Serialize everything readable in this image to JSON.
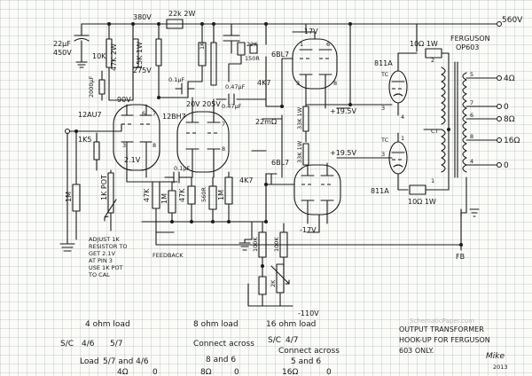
{
  "rail": {
    "supply_top": "560V",
    "v380": "380V",
    "v275": "275V",
    "r22k": "22k 2W",
    "neg17_top": "-17V",
    "neg17_bottom": "-17V",
    "neg110": "-110V",
    "plus19a": "+19.5V",
    "plus19b": "+19.5V",
    "v90": "90V",
    "v21": "2.1V",
    "v20": "20V",
    "v205": "205V"
  },
  "parts": {
    "cap_in": "22µF",
    "cap_in_v": "450V",
    "r10k": "10K",
    "r47k2w": "47K 2W",
    "r15k1w": "15K 1W",
    "r15k_b": "15K",
    "c2000": "2000µF",
    "v12au7": "12AU7",
    "v12bh7": "12BH7",
    "v6bl7_top": "6BL7",
    "v6bl7_bot": "6BL7",
    "c01_a": "0.1µF",
    "c01_b": "0.1µF",
    "c047": "0.47µF",
    "c047b": "0.47µF",
    "r47k_a": "47K",
    "r47k_b": "47K",
    "r4k7_a": "4K7",
    "r4k7_b": "4K7",
    "r1m_a": "1M",
    "r1m_b": "1M",
    "r1m_c": "1M",
    "r1k5": "1K5",
    "r1k_pot": "1K POT",
    "r22k_t": "22K",
    "r22k_b": "22K",
    "r150_t": "150R",
    "r22m": "22mΩ",
    "r33k1w_t": "33K 1W",
    "r33k1w_b": "33K 1W",
    "r100k_a": "100K",
    "r100k_b": "100K",
    "r560": "560R",
    "r1k_a": "1K",
    "r2k": "2K",
    "r10r_t": "10Ω 1W",
    "r10r_b": "10Ω 1W",
    "v811a_t": "811A",
    "v811a_b": "811A",
    "tc_t": "TC",
    "tc_b": "TC",
    "ct": "CT",
    "ferguson": "FERGUSON",
    "op603": "OP603",
    "fb": "FB",
    "feedback": "FEEDBACK",
    "pins": [
      "1",
      "2",
      "3",
      "4",
      "5",
      "6",
      "7",
      "8"
    ]
  },
  "outputs": [
    "4Ω",
    "0",
    "8Ω",
    "16Ω",
    "0"
  ],
  "notes": {
    "adjust": [
      "ADJUST 1K",
      "RESISTOR TO",
      "GET 2.1V",
      "AT PIN 3",
      "USE 1K POT",
      "TO CAL"
    ],
    "load4": "4 ohm load",
    "load8": "8 ohm load",
    "load16": "16 ohm load",
    "sc": "S/C",
    "sc_a": "4/6",
    "sc_b": "5/7",
    "load_a": "Load",
    "load_b": "5/7 and 4/6",
    "load_c": "4Ω",
    "load_d": "0",
    "connect8": "Connect across",
    "pair8": "8 and 6",
    "out8a": "8Ω",
    "out8b": "0",
    "sc16": "S/C",
    "sc16b": "4/7",
    "connect16": "Connect across",
    "pair16": "5 and 6",
    "out16a": "16Ω",
    "out16b": "0",
    "xfmr": [
      "OUTPUT TRANSFORMER",
      "HOOK-UP FOR FERGUSON",
      "603 ONLY."
    ],
    "sig": "Mike",
    "year": "2013",
    "watermark": "SchematicPaper.com"
  }
}
